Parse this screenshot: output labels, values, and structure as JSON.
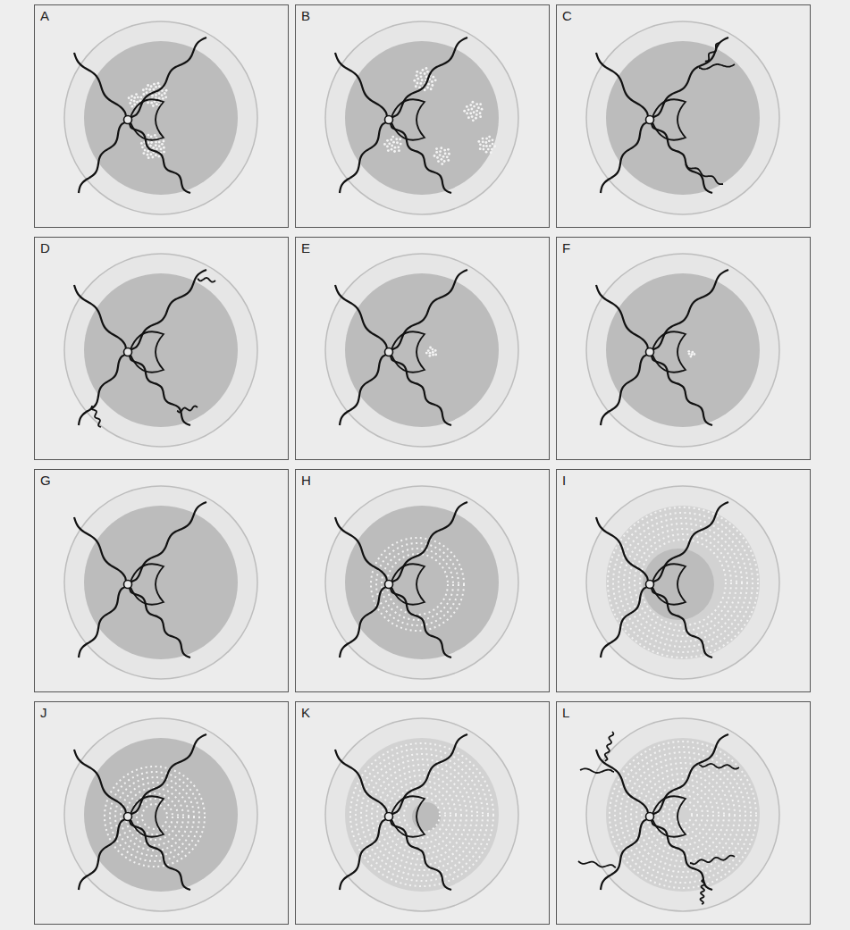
{
  "diagram": {
    "nodes": [
      {
        "text": [
          "A"
        ]
      },
      {
        "text": [
          "B"
        ]
      },
      {
        "text": [
          "C"
        ]
      },
      {
        "text": [
          "D"
        ]
      },
      {
        "text": [
          "E"
        ]
      },
      {
        "text": [
          "F"
        ]
      },
      {
        "text": [
          "G"
        ]
      },
      {
        "text": [
          "H"
        ]
      },
      {
        "text": [
          "I"
        ]
      },
      {
        "text": [
          "J"
        ]
      },
      {
        "text": [
          "K"
        ]
      },
      {
        "text": [
          "L"
        ]
      }
    ]
  }
}
